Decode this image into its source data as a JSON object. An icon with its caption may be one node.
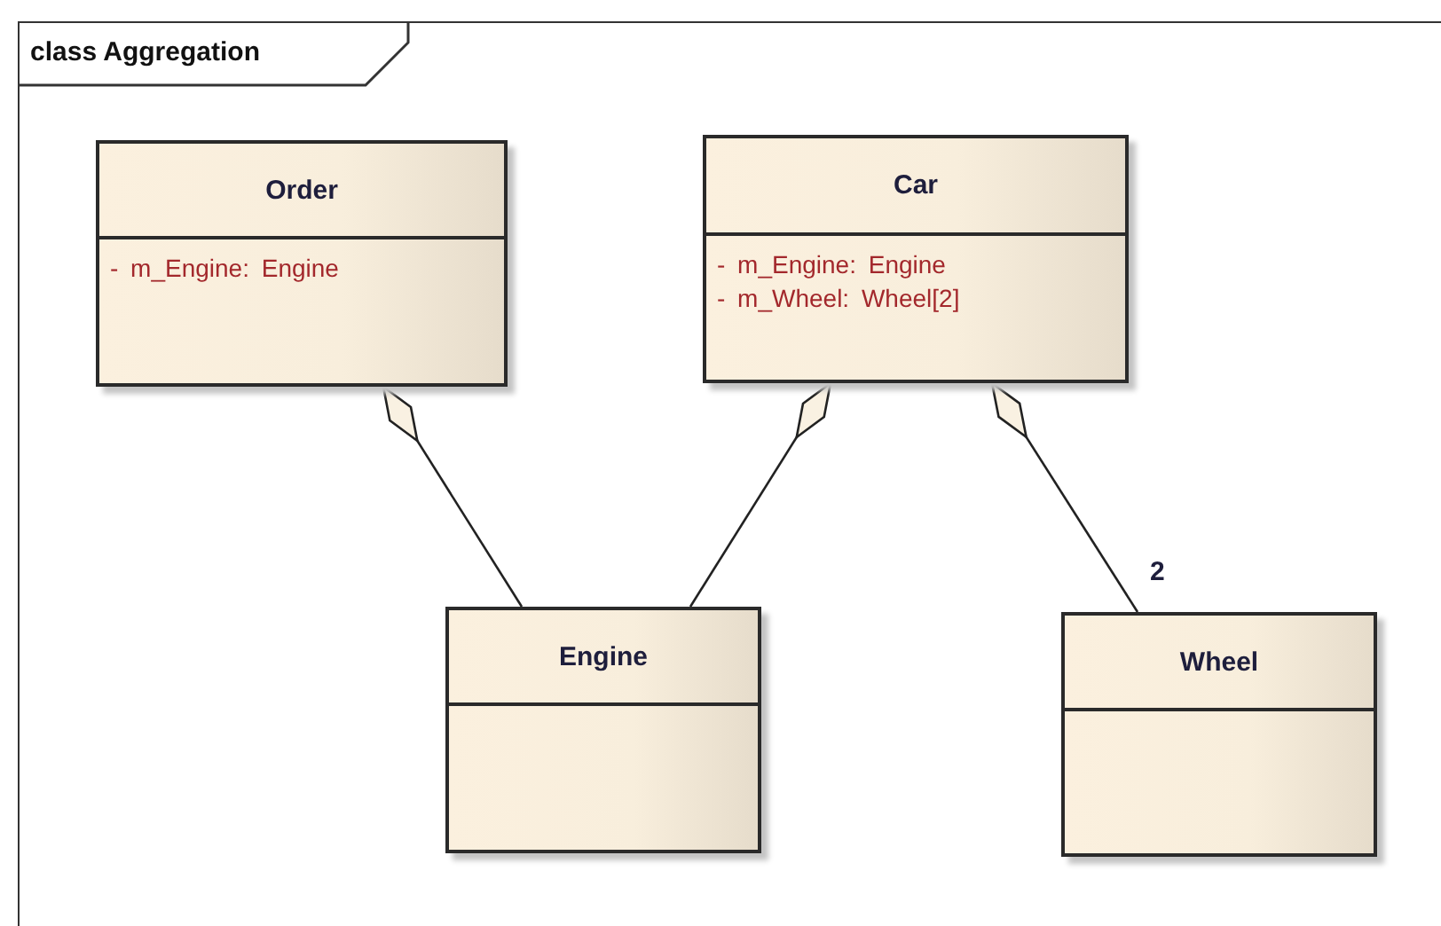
{
  "diagram": {
    "nodes": [
      {
        "text": [
          "class Aggregation"
        ]
      },
      {
        "text": [
          "Order",
          "- m_Engine: Engine"
        ],
        "in": 0
      },
      {
        "text": [
          "Car",
          "- m_Engine: Engine",
          "- m_Wheel: Wheel[2]"
        ],
        "in": 0
      },
      {
        "text": [
          "Engine"
        ],
        "in": 0
      },
      {
        "text": [
          "Wheel"
        ],
        "in": 0
      }
    ],
    "edges": [
      {
        "from": 1,
        "to": 3,
        "arrow": "other"
      },
      {
        "from": 2,
        "to": 3,
        "arrow": "other"
      },
      {
        "from": 2,
        "to": 4,
        "arrow": "other",
        "label": "2"
      }
    ]
  }
}
